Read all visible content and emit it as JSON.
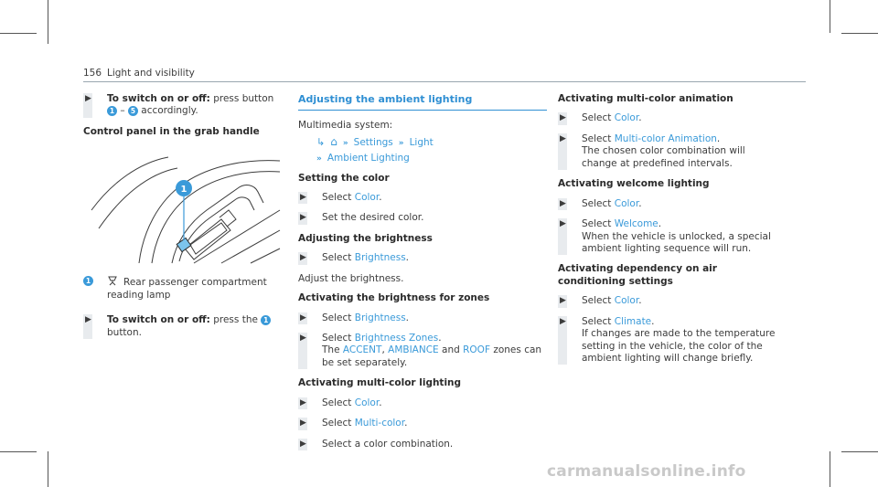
{
  "header": {
    "page_number": "156",
    "section": "Light and visibility"
  },
  "column1": {
    "step1": {
      "lead": "To switch on or off:",
      "text_before": " press button ",
      "badge_a": "1",
      "dash": " – ",
      "badge_b": "5",
      "text_after": " accordingly."
    },
    "heading": "Control panel in the grab handle",
    "figure_badge": "1",
    "caption": {
      "badge": "1",
      "icon": "reading-lamp-icon",
      "text": "Rear passenger compartment reading lamp"
    },
    "step2": {
      "lead": "To switch on or off:",
      "text_before": " press the ",
      "badge": "1",
      "text_after": " button."
    }
  },
  "column2": {
    "title": "Adjusting the ambient lighting",
    "intro": "Multimedia system:",
    "path": {
      "home": "⌂",
      "item1": "Settings",
      "item2": "Light",
      "item3": "Ambient Lighting"
    },
    "setting_color": {
      "heading": "Setting the color",
      "step1": {
        "pre": "Select ",
        "link": "Color",
        "post": "."
      },
      "step2": "Set the desired color."
    },
    "brightness": {
      "heading": "Adjusting the brightness",
      "step1": {
        "pre": "Select ",
        "link": "Brightness",
        "post": "."
      },
      "note": "Adjust the brightness."
    },
    "zones": {
      "heading": "Activating the brightness for zones",
      "step1": {
        "pre": "Select ",
        "link": "Brightness",
        "post": "."
      },
      "step2": {
        "pre": "Select ",
        "link": "Brightness Zones",
        "post": "."
      },
      "desc": {
        "pre": "The ",
        "z1": "ACCENT",
        "sep1": ", ",
        "z2": "AMBIANCE",
        "sep2": " and ",
        "z3": "ROOF",
        "post": " zones can be set separately."
      }
    },
    "multicolor": {
      "heading": "Activating multi-color lighting",
      "step1": {
        "pre": "Select ",
        "link": "Color",
        "post": "."
      },
      "step2": {
        "pre": "Select ",
        "link": "Multi-color",
        "post": "."
      },
      "step3": "Select a color combination."
    }
  },
  "column3": {
    "animation": {
      "heading": "Activating multi-color animation",
      "step1": {
        "pre": "Select ",
        "link": "Color",
        "post": "."
      },
      "step2": {
        "pre": "Select ",
        "link": "Multi-color Animation",
        "post": "."
      },
      "desc": "The chosen color combination will change at predefined intervals."
    },
    "welcome": {
      "heading": "Activating welcome lighting",
      "step1": {
        "pre": "Select ",
        "link": "Color",
        "post": "."
      },
      "step2": {
        "pre": "Select ",
        "link": "Welcome",
        "post": "."
      },
      "desc": "When the vehicle is unlocked, a special ambient lighting sequence will run."
    },
    "aircon": {
      "heading": "Activating dependency on air conditioning settings",
      "step1": {
        "pre": "Select ",
        "link": "Color",
        "post": "."
      },
      "step2": {
        "pre": "Select ",
        "link": "Climate",
        "post": "."
      },
      "desc": "If changes are made to the temperature setting in the vehicle, the color of the ambient lighting will change briefly."
    }
  },
  "watermark": "carmanualsonline.info",
  "colors": {
    "link": "#3a9ad9",
    "title": "#2f8fd3",
    "bar": "#e8ebee"
  }
}
